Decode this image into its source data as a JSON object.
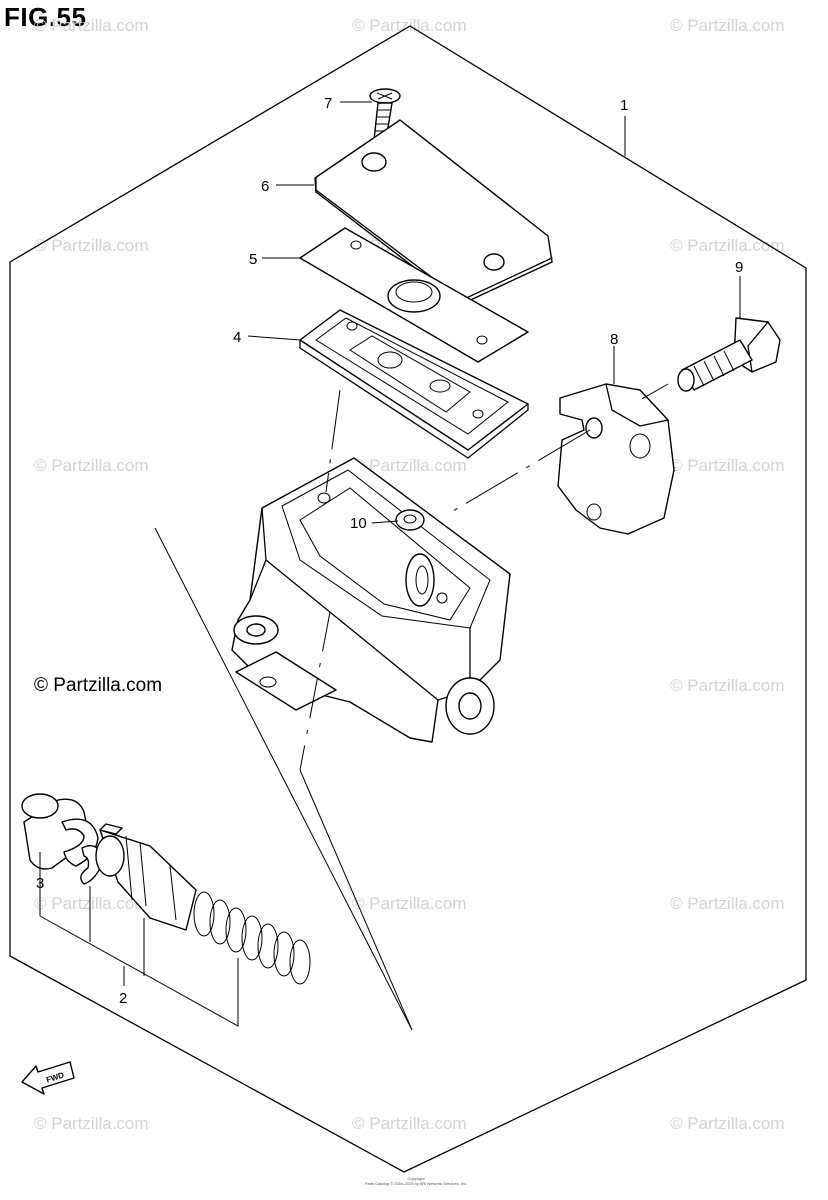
{
  "figure": {
    "title": "FIG.55"
  },
  "watermark": {
    "text": "© Partzilla.com",
    "main_text": "© Partzilla.com"
  },
  "callouts": [
    {
      "id": "1",
      "label": "1"
    },
    {
      "id": "2",
      "label": "2"
    },
    {
      "id": "3",
      "label": "3"
    },
    {
      "id": "4",
      "label": "4"
    },
    {
      "id": "5",
      "label": "5"
    },
    {
      "id": "6",
      "label": "6"
    },
    {
      "id": "7",
      "label": "7"
    },
    {
      "id": "8",
      "label": "8"
    },
    {
      "id": "9",
      "label": "9"
    },
    {
      "id": "10",
      "label": "10"
    }
  ],
  "fwd_arrow": {
    "label": "FWD"
  },
  "footer": {
    "copyright_line1": "Copyright",
    "copyright_line2": "Parts Catalog © 2004-2019 by ARI Network Services, Inc."
  }
}
